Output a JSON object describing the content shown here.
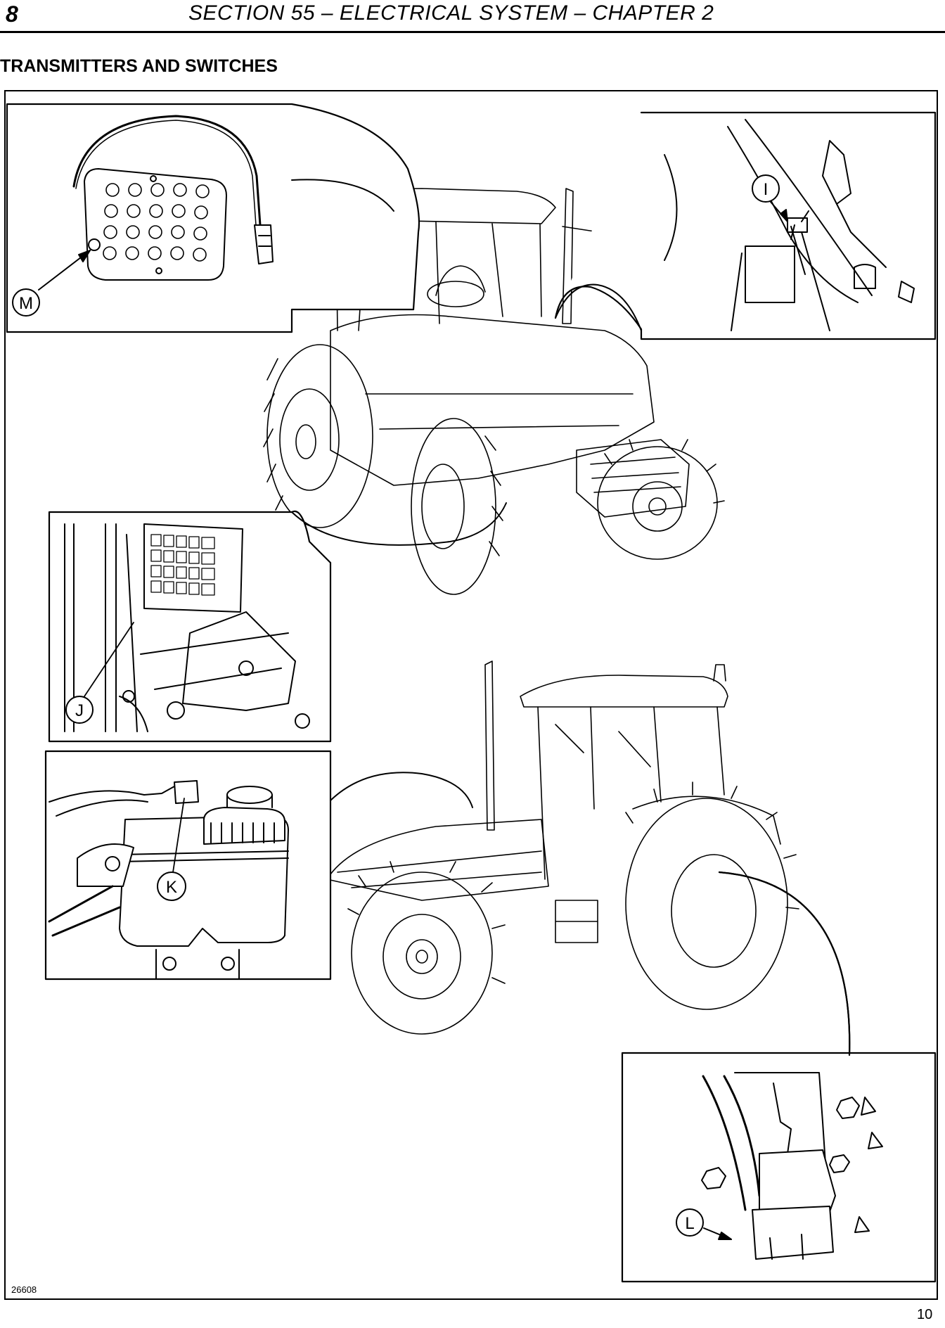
{
  "header": {
    "page_number": "8",
    "section_title": "SECTION 55 – ELECTRICAL SYSTEM – CHAPTER 2"
  },
  "page_heading": "TRANSMITTERS AND SWITCHES",
  "figure": {
    "callouts": [
      {
        "id": "M",
        "label": "M"
      },
      {
        "id": "I",
        "label": "I"
      },
      {
        "id": "J",
        "label": "J"
      },
      {
        "id": "K",
        "label": "K"
      },
      {
        "id": "L",
        "label": "L"
      }
    ],
    "figure_number": "26608"
  },
  "footer": {
    "figure_sequence": "10"
  }
}
